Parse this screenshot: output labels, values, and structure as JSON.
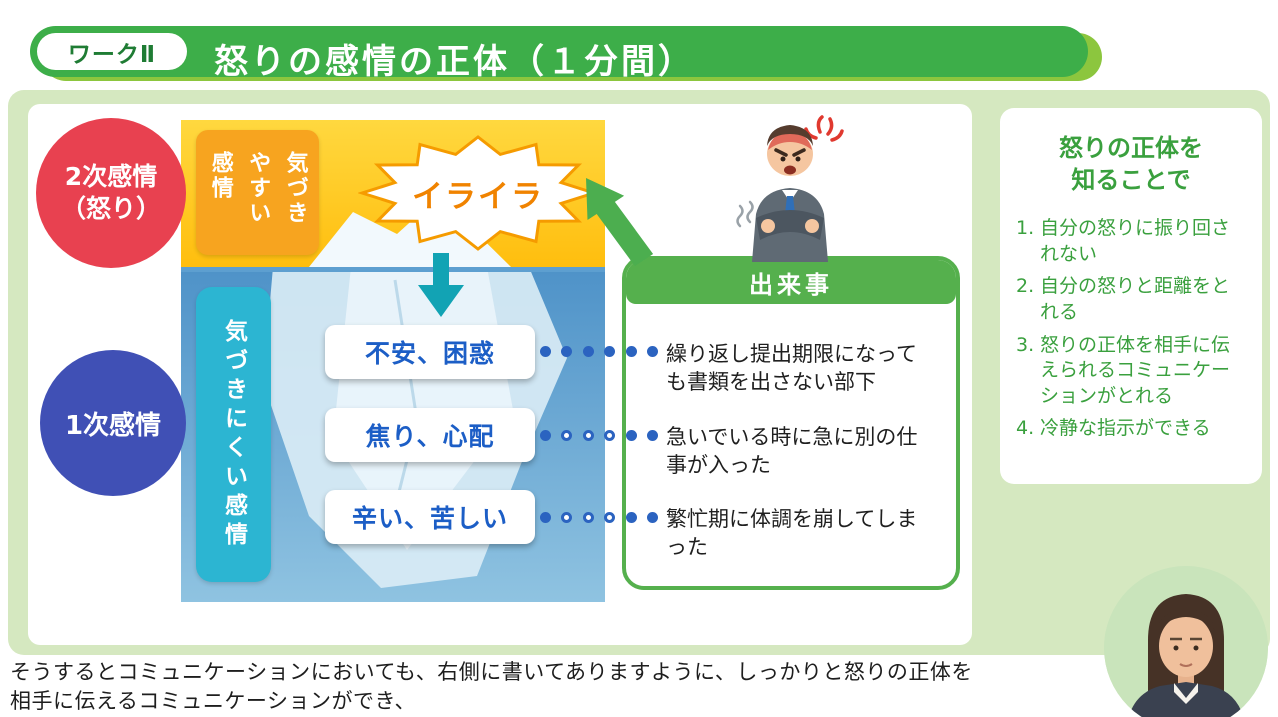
{
  "header": {
    "badge": "ワークⅡ",
    "title": "怒りの感情の正体（１分間）"
  },
  "iceberg": {
    "secondary_circle_line1": "2次感情",
    "secondary_circle_line2": "（怒り）",
    "primary_circle": "1次感情",
    "visible_label": "気づきやすい感情",
    "hidden_label": "気づきにくい感情",
    "burst_label": "イライラ",
    "emotion_boxes": [
      "不安、困惑",
      "焦り、心配",
      "辛い、苦しい"
    ]
  },
  "events": {
    "title": "出来事",
    "items": [
      "繰り返し提出期限になっても書類を出さない部下",
      "急いでいる時に急に別の仕事が入った",
      "繁忙期に体調を崩してしまった"
    ]
  },
  "benefits": {
    "title": "怒りの正体を\n知ることで",
    "items": [
      {
        "num": "1.",
        "text": "自分の怒りに振り回されない"
      },
      {
        "num": "2.",
        "text": "自分の怒りと距離をとれる"
      },
      {
        "num": "3.",
        "text": "怒りの正体を相手に伝えられるコミュニケーションがとれる"
      },
      {
        "num": "4.",
        "text": "冷静な指示ができる"
      }
    ]
  },
  "subtitle": {
    "line1": "そうするとコミュニケーションにおいても、右側に書いてありますように、しっかりと怒りの正体を",
    "line2": "相手に伝えるコミュニケーションができ、"
  },
  "colors": {
    "header_green": "#3dae49",
    "header_light_green": "#8cc63e",
    "panel_green": "#d5e8c0",
    "secondary_emotion_red": "#e84150",
    "primary_emotion_blue": "#4050b5",
    "visible_box_orange": "#f7a41f",
    "hidden_box_cyan": "#2cb5d2",
    "events_green": "#55b04d",
    "emotion_text_blue": "#1c5ec6",
    "burst_orange": "#f08300",
    "benefit_text_green": "#3aa03e"
  }
}
